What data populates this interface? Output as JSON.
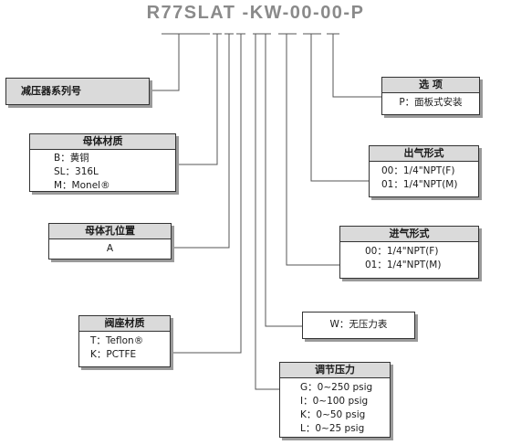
{
  "part_code": "R77SLAT -KW-00-00-P",
  "series": {
    "title": "减压器系列号"
  },
  "body_material": {
    "title": "母体材质",
    "items": [
      "B：黄铜",
      "SL：316L",
      "M：Monel®"
    ]
  },
  "body_port": {
    "title": "母体孔位置",
    "items": [
      "A"
    ]
  },
  "seat_material": {
    "title": "阀座材质",
    "items": [
      "T：Teflon®",
      "K：PCTFE"
    ]
  },
  "options": {
    "title": "选  项",
    "items": [
      "P：面板式安装"
    ]
  },
  "outlet": {
    "title": "出气形式",
    "items": [
      "00：1/4\"NPT(F)",
      "01：1/4\"NPT(M)"
    ]
  },
  "inlet": {
    "title": "进气形式",
    "items": [
      "00：1/4\"NPT(F)",
      "01：1/4\"NPT(M)"
    ]
  },
  "gauge": {
    "label": "W：无压力表"
  },
  "pressure": {
    "title": "调节压力",
    "items": [
      "G：0~250 psig",
      "I：0~100 psig",
      "K：0~50 psig",
      "L：0~25 psig"
    ]
  }
}
